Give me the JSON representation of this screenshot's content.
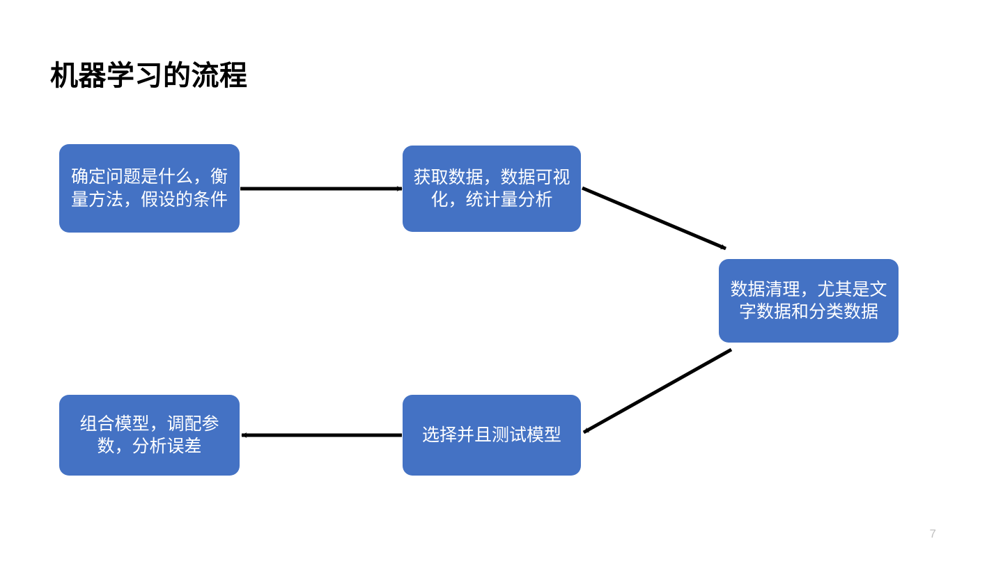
{
  "slide": {
    "title": "机器学习的流程",
    "page_number": "7",
    "background_color": "#FFFFFF",
    "accent_color": "#4472C4",
    "box_text_color": "#FFFFFF",
    "connector_color": "#000000",
    "page_number_color": "#BFBFBF"
  },
  "diagram": {
    "type": "flowchart",
    "nodes": [
      {
        "id": "define",
        "label": "确定问题是什么，衡量方法，假设的条件"
      },
      {
        "id": "acquire",
        "label": "获取数据，数据可视化，统计量分析"
      },
      {
        "id": "clean",
        "label": "数据清理，尤其是文字数据和分类数据"
      },
      {
        "id": "select",
        "label": "选择并且测试模型"
      },
      {
        "id": "tune",
        "label": "组合模型，调配参数，分析误差"
      }
    ],
    "edges": [
      {
        "from": "define",
        "to": "acquire",
        "direction": "right"
      },
      {
        "from": "acquire",
        "to": "clean",
        "direction": "down-right"
      },
      {
        "from": "clean",
        "to": "select",
        "direction": "down-left"
      },
      {
        "from": "select",
        "to": "tune",
        "direction": "left"
      }
    ]
  }
}
